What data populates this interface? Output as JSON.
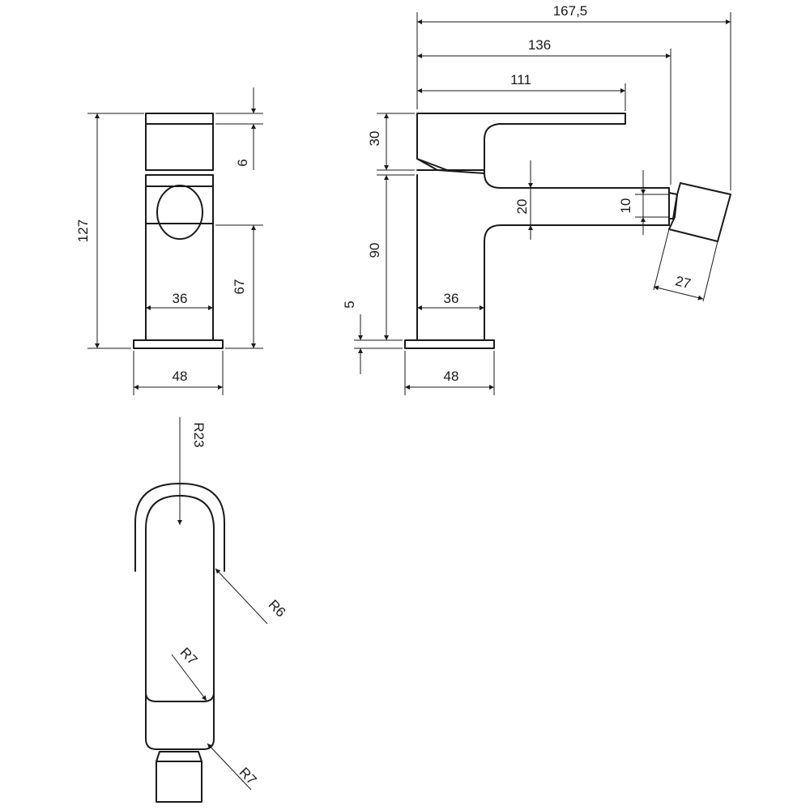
{
  "dimensions": {
    "front_height_total": "127",
    "front_top_cap": "6",
    "front_lever_height": "67",
    "front_body_width": "36",
    "front_base_width": "48",
    "side_width_total": "167,5",
    "side_width_mid": "136",
    "side_spout_reach": "111",
    "side_lever_height": "30",
    "side_body_height": "90",
    "side_base_thickness": "5",
    "side_spout_thickness": "20",
    "side_aerator_offset": "10",
    "side_aerator_size": "27",
    "side_body_width": "36",
    "side_base_width": "48"
  },
  "radii": {
    "top_radius": "R23",
    "side_radius": "R6",
    "inner_radius": "R7",
    "bottom_radius": "R7"
  }
}
